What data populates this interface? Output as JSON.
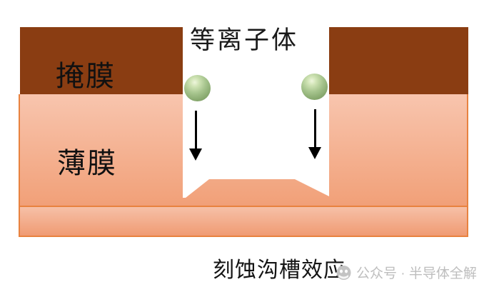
{
  "diagram": {
    "plasma_label": "等离子体",
    "mask_label": "掩膜",
    "film_label": "薄膜",
    "caption": "刻蚀沟槽效应",
    "watermark": {
      "icon": "wechat-official-account-icon",
      "text": "公众号 · 半导体全解"
    },
    "elements": {
      "ion_spheres": "plasma ion particles (green spheres) at trench mask corners",
      "arrows": "downward ion bombardment direction arrows",
      "trench_profile": "etched trench with deeper micro-trenching at sidewall corners"
    },
    "colors": {
      "mask_brown": "#8a3d12",
      "film_gradient_top": "#f8c5ae",
      "film_gradient_bottom": "#f1a078",
      "substrate_gradient_top": "#f6c0a7",
      "substrate_gradient_bottom": "#f09b73",
      "layer_border_orange": "#e8823f",
      "ion_green_highlight": "#eef6dc",
      "ion_green_base": "#88a96f",
      "arrow_black": "#000000",
      "text_black": "#111111",
      "watermark_gray": "#bebebe",
      "background_white": "#ffffff"
    }
  }
}
